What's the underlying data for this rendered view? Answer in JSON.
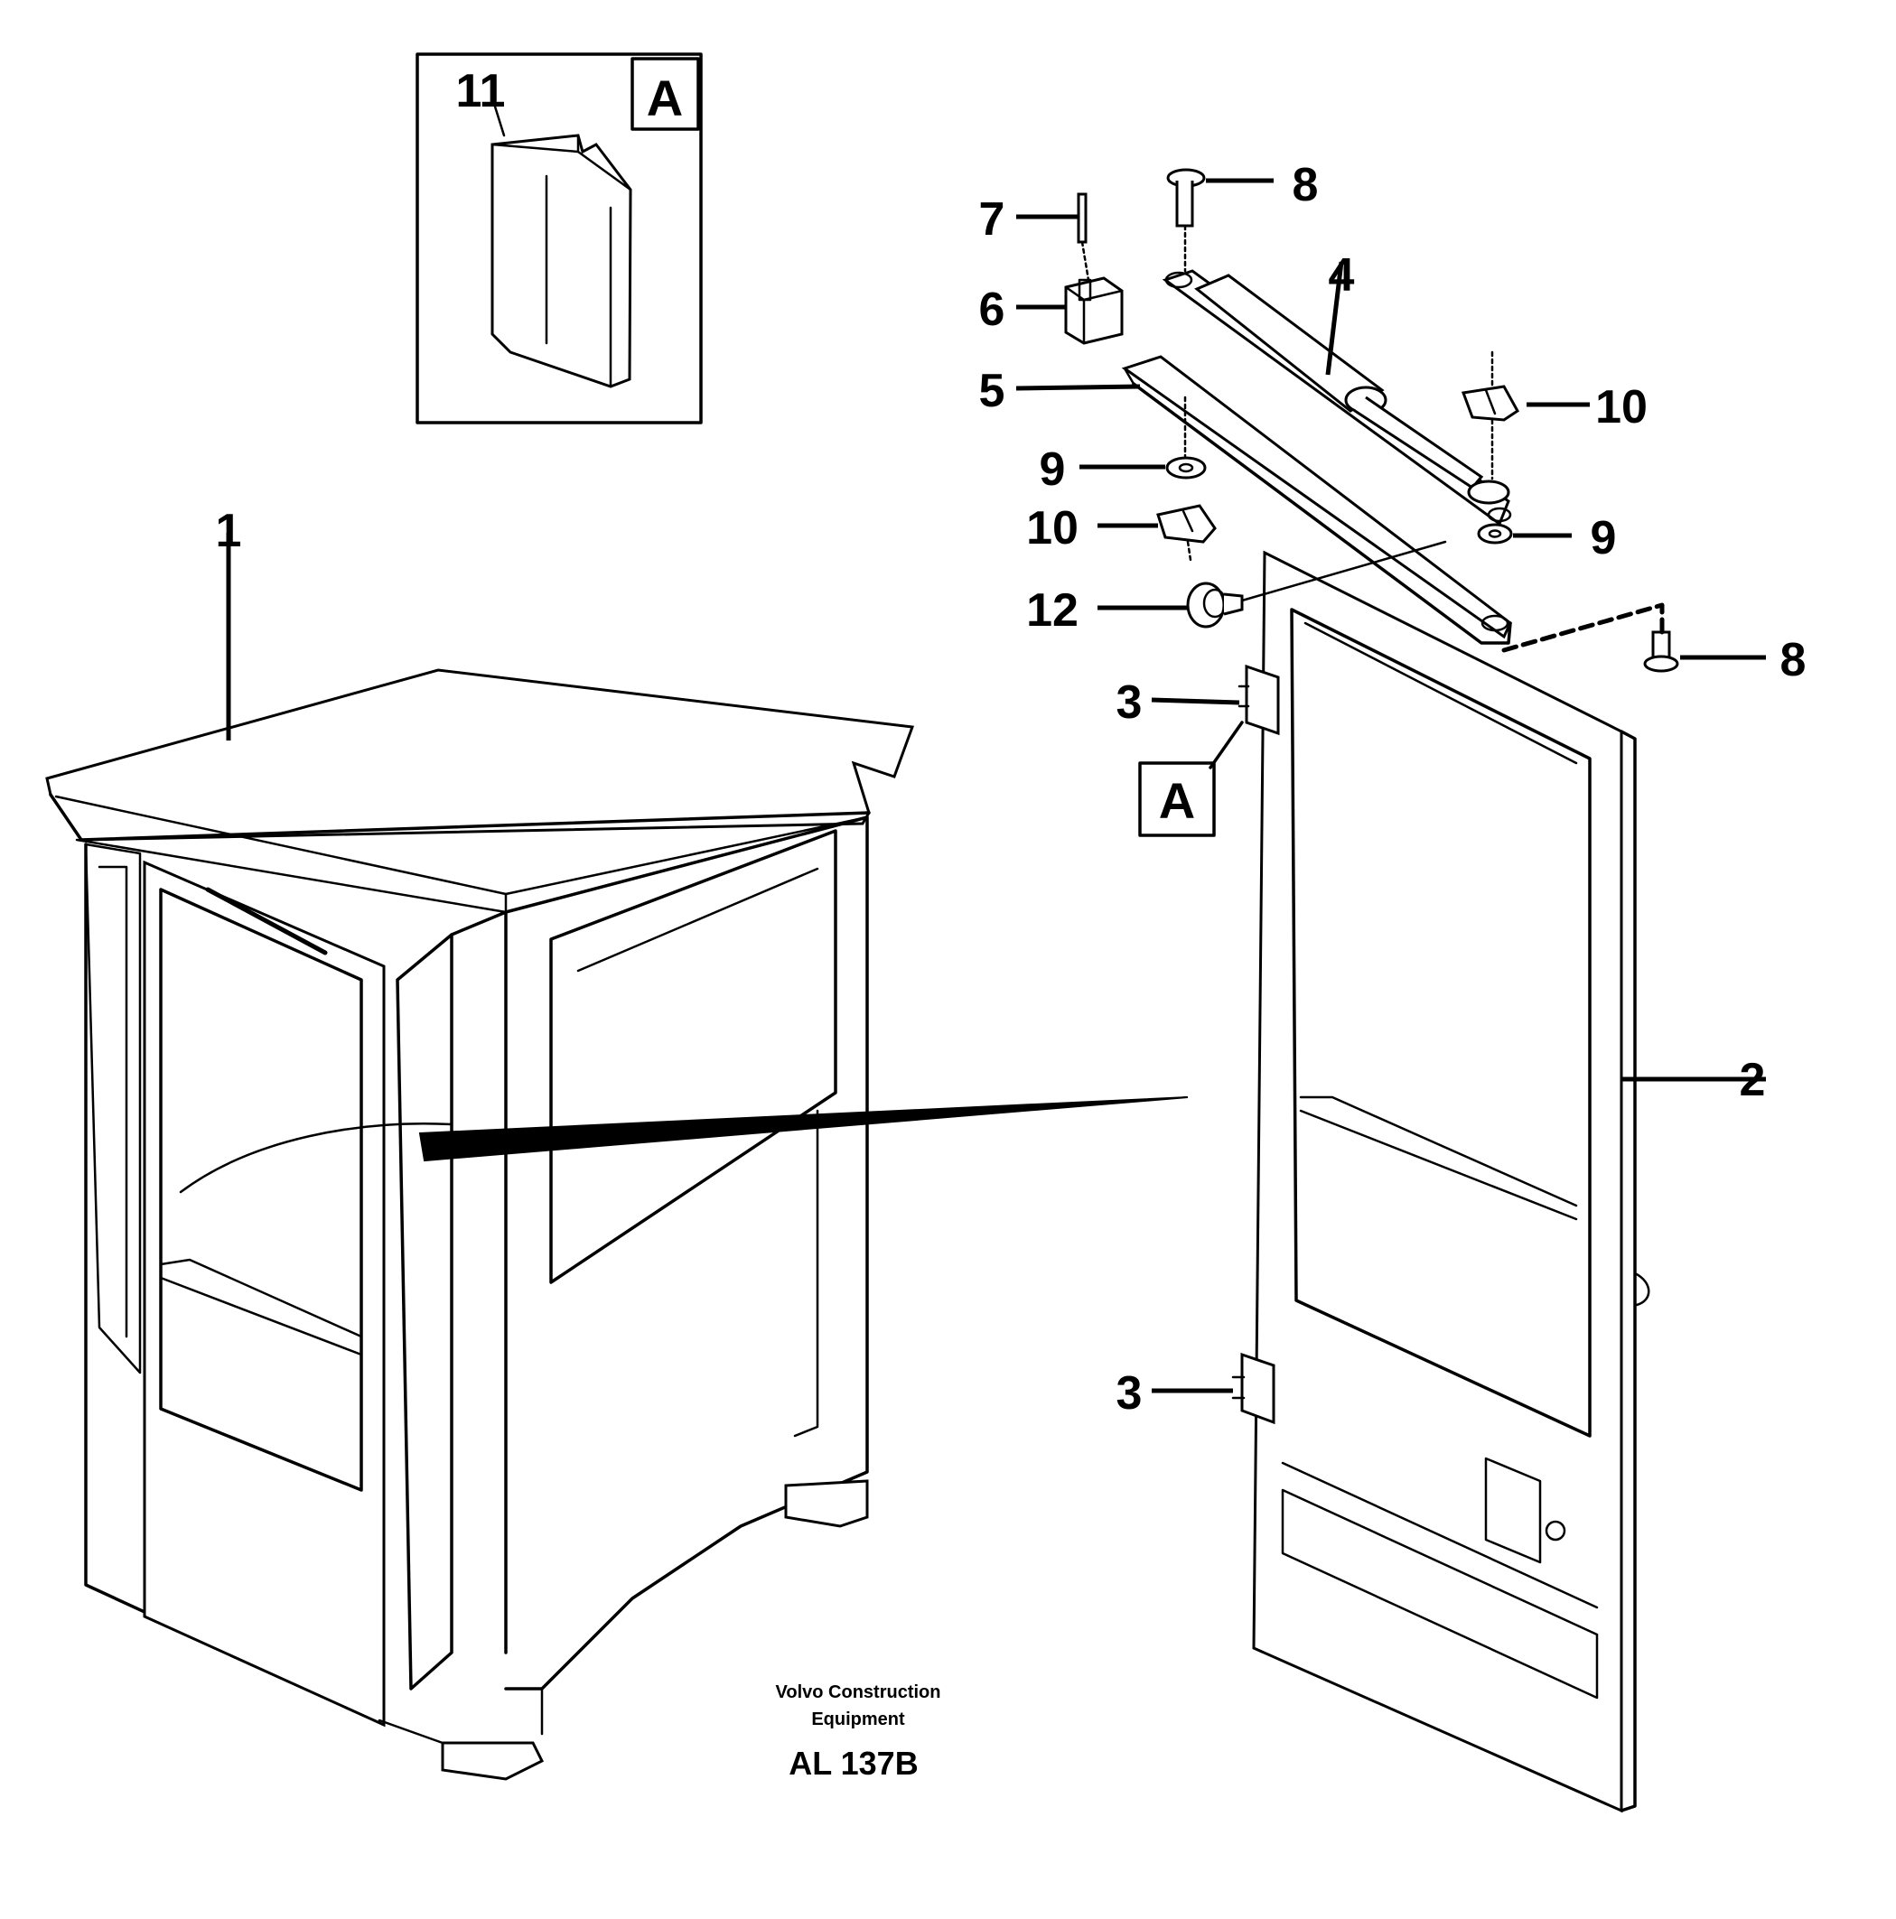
{
  "callouts": {
    "c1": "1",
    "c2": "2",
    "c3_top": "3",
    "c3_bottom": "3",
    "c4": "4",
    "c5": "5",
    "c6": "6",
    "c7": "7",
    "c8_top": "8",
    "c8_right": "8",
    "c9_left": "9",
    "c9_right": "9",
    "c10_left": "10",
    "c10_right": "10",
    "c11": "11",
    "c12": "12"
  },
  "detail_label": "A",
  "hinge_label": "A",
  "caption": {
    "line1": "Volvo Construction",
    "line2": "Equipment",
    "code": "AL 137B"
  }
}
